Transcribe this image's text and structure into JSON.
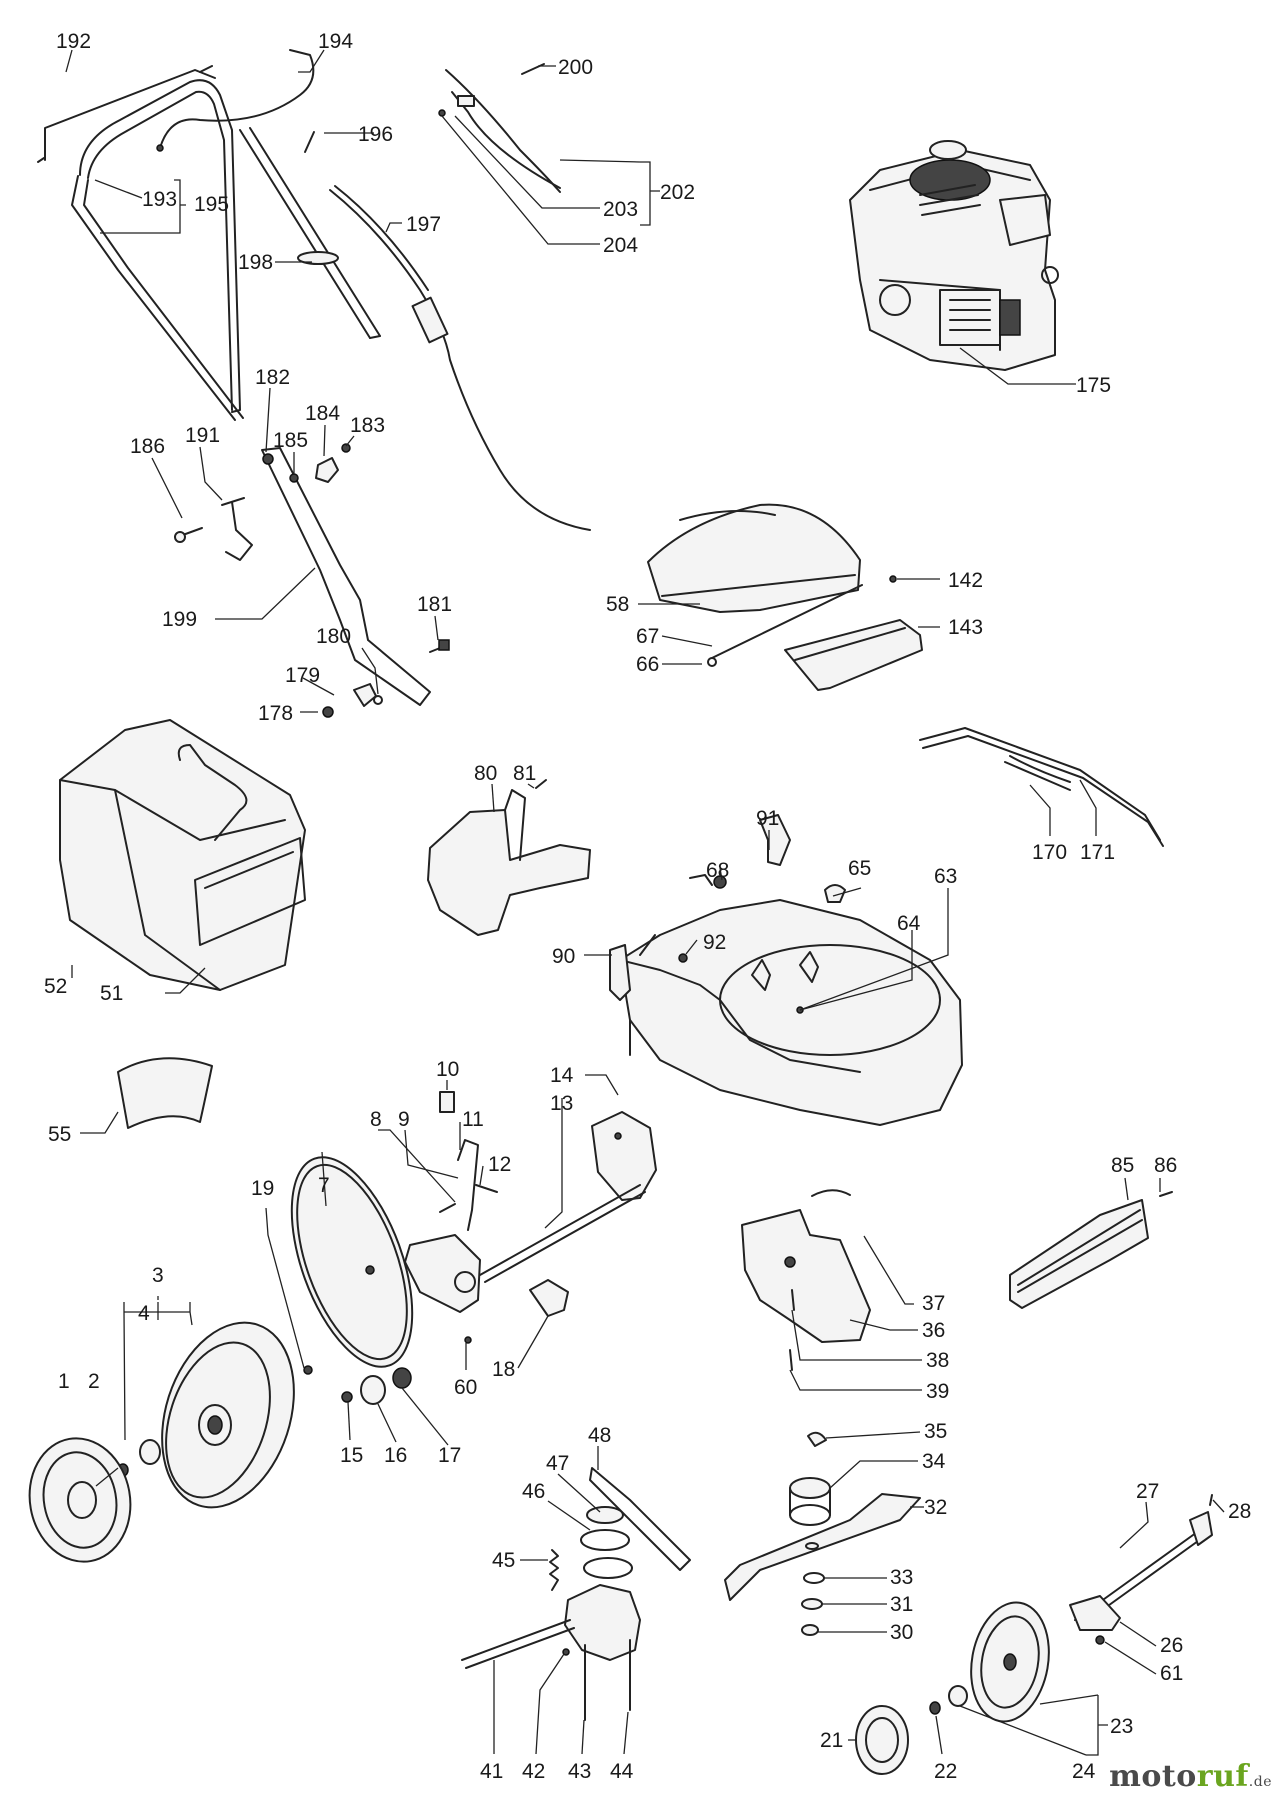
{
  "parts": {
    "p192": "192",
    "p194": "194",
    "p200": "200",
    "p196": "196",
    "p202": "202",
    "p203": "203",
    "p193": "193",
    "p195": "195",
    "p197": "197",
    "p204": "204",
    "p198": "198",
    "p175": "175",
    "p182": "182",
    "p184": "184",
    "p183": "183",
    "p185": "185",
    "p186": "186",
    "p191": "191",
    "p142": "142",
    "p58": "58",
    "p143": "143",
    "p67": "67",
    "p66": "66",
    "p199": "199",
    "p181": "181",
    "p180": "180",
    "p179": "179",
    "p178": "178",
    "p80": "80",
    "p81": "81",
    "p170": "170",
    "p171": "171",
    "p91": "91",
    "p65": "65",
    "p63": "63",
    "p68": "68",
    "p64": "64",
    "p92": "92",
    "p90": "90",
    "p52": "52",
    "p51": "51",
    "p55": "55",
    "p10": "10",
    "p14": "14",
    "p13": "13",
    "p8": "8",
    "p9": "9",
    "p11": "11",
    "p12": "12",
    "p85": "85",
    "p86": "86",
    "p7": "7",
    "p19": "19",
    "p3": "3",
    "p4": "4",
    "p1": "1",
    "p2": "2",
    "p37": "37",
    "p36": "36",
    "p38": "38",
    "p39": "39",
    "p18": "18",
    "p60": "60",
    "p15": "15",
    "p16": "16",
    "p17": "17",
    "p35": "35",
    "p34": "34",
    "p48": "48",
    "p47": "47",
    "p46": "46",
    "p45": "45",
    "p32": "32",
    "p33": "33",
    "p31": "31",
    "p30": "30",
    "p27": "27",
    "p28": "28",
    "p26": "26",
    "p61": "61",
    "p23": "23",
    "p41": "41",
    "p42": "42",
    "p43": "43",
    "p44": "44",
    "p21": "21",
    "p22": "22",
    "p24": "24"
  },
  "brand": {
    "main": "moto",
    "accent": "ruf",
    "tld": ".de"
  }
}
